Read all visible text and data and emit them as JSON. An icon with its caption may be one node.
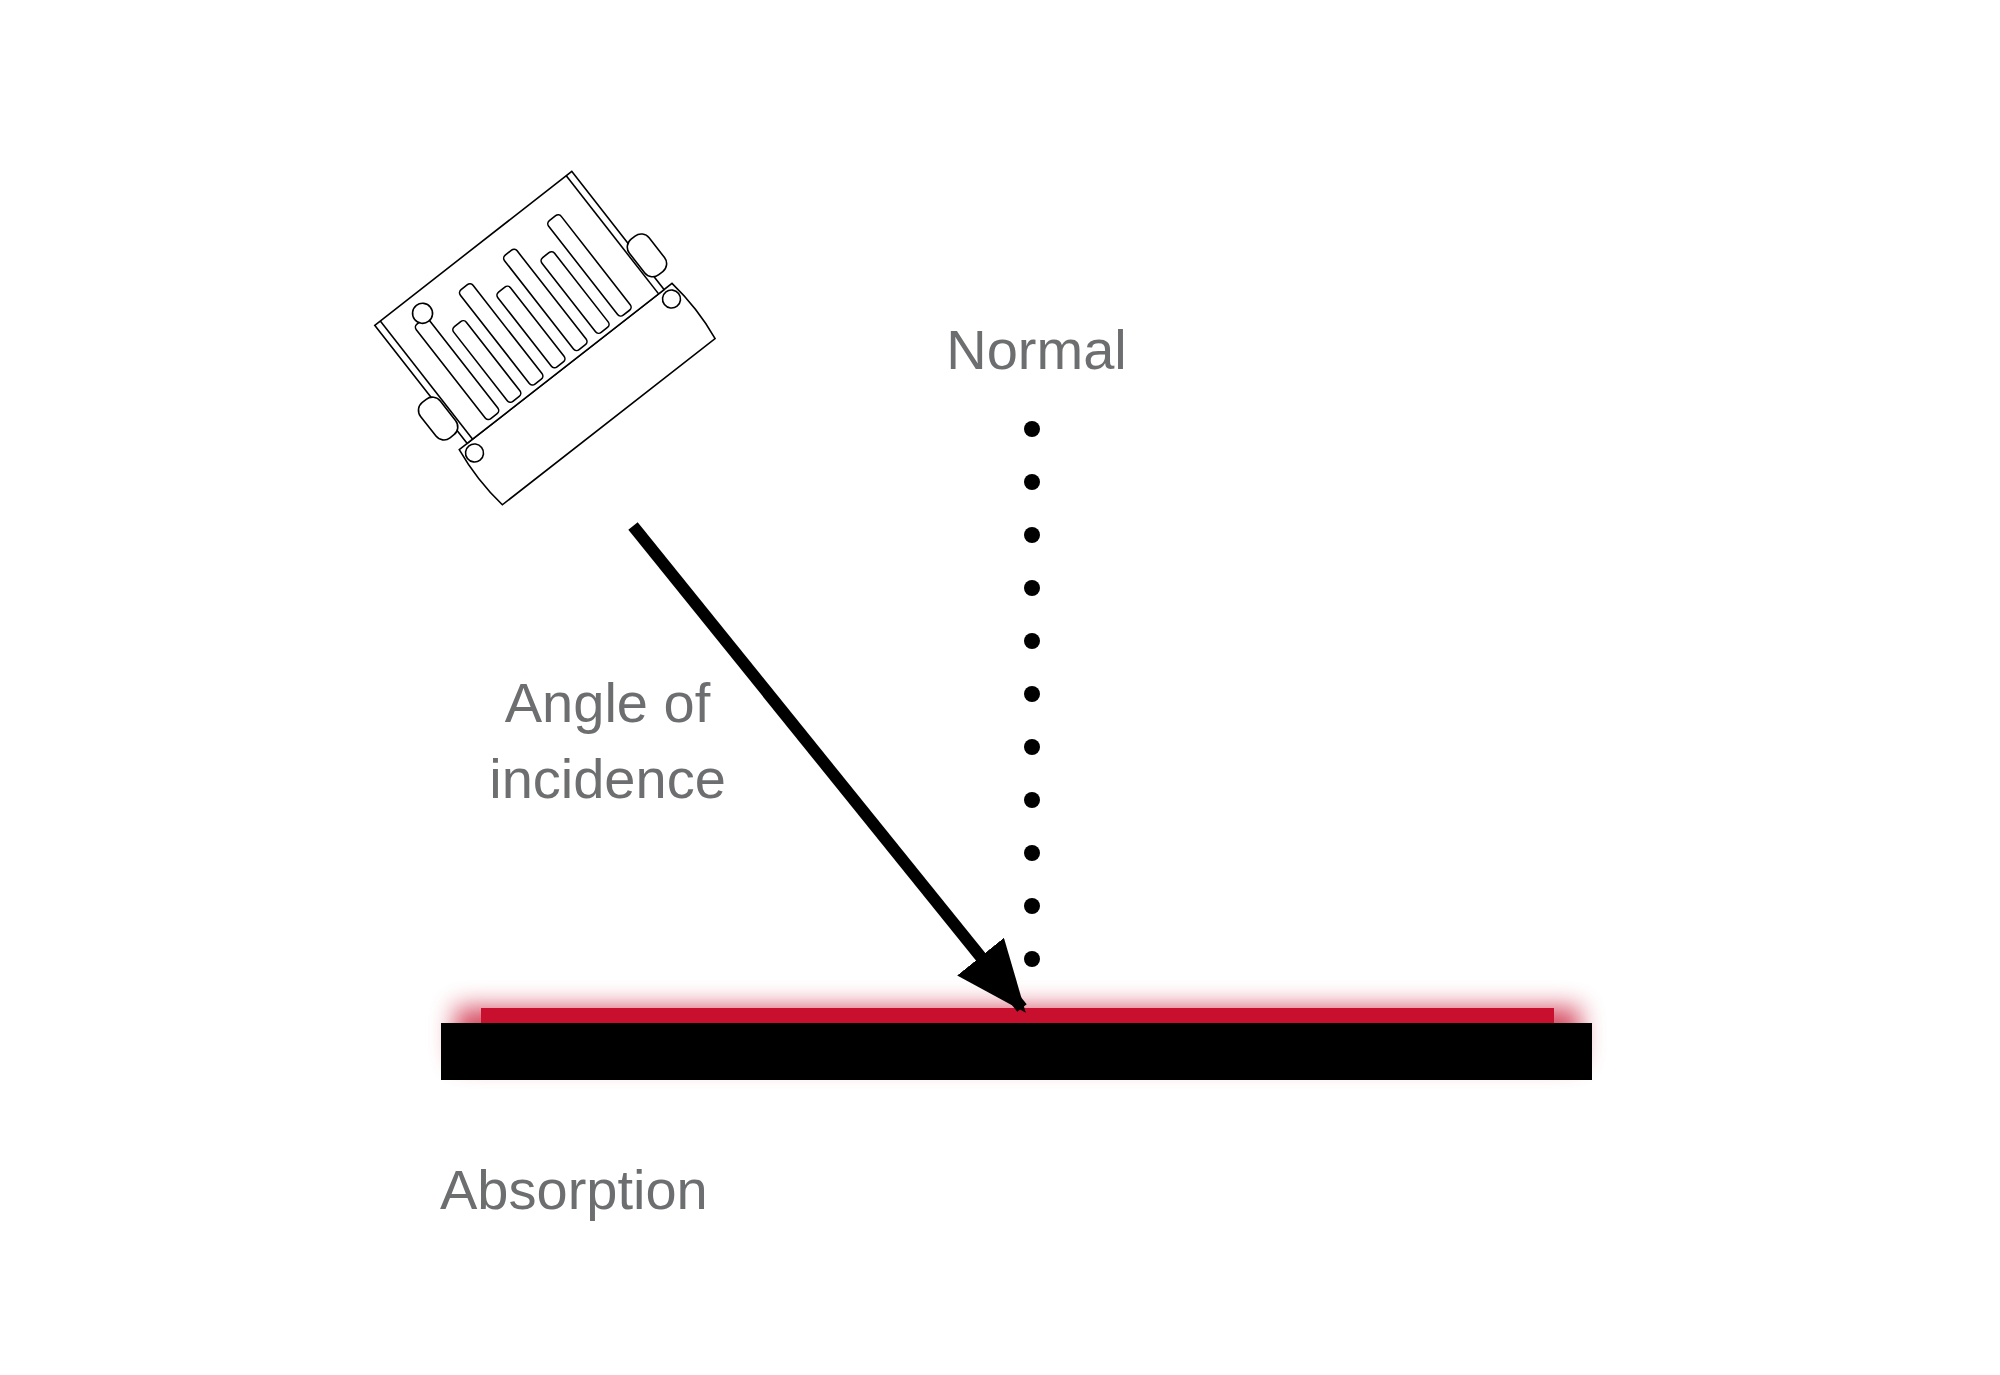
{
  "diagram": {
    "nodes": [
      {
        "text": [],
        "shape": "picture"
      },
      {
        "text": [],
        "shape": "bar"
      }
    ],
    "edges": [
      {
        "from": 0,
        "to": 1,
        "arrow": "to"
      }
    ],
    "labels": [
      "Normal",
      "Angle of incidence",
      "Absorption"
    ]
  }
}
